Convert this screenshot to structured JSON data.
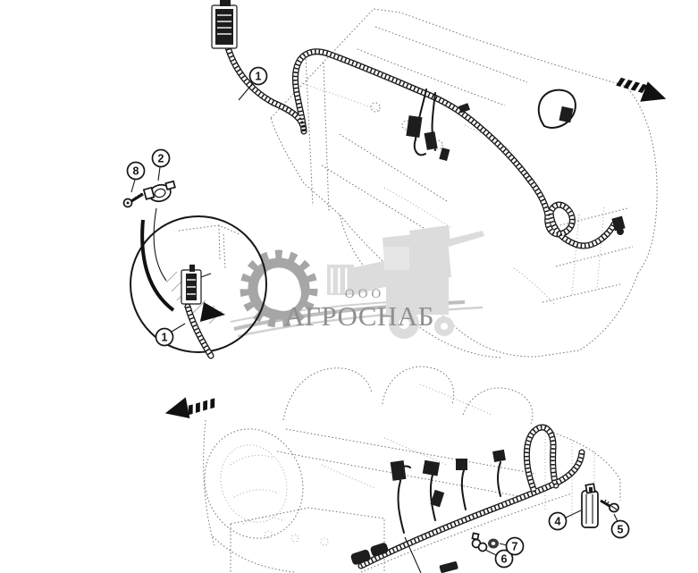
{
  "callouts": {
    "upper_harness": "1",
    "clamp": "2",
    "clamp_screw": "8",
    "detail_harness": "1",
    "bracket": "4",
    "bracket_screw": "5",
    "lower_clamp": "6",
    "grommet": "7"
  },
  "watermark": {
    "prefix": "ООО",
    "name": "АГРОСНАБ"
  },
  "icons": {
    "forward_arrow": "direction-arrow-right",
    "back_arrow": "direction-arrow-left"
  },
  "colors": {
    "background": "#ffffff",
    "line": "#1a1a1a",
    "sketch": "#777777",
    "watermark_gear": "#a6a6a6",
    "watermark_machine": "#dcdcdc",
    "watermark_text": "#8f8f8f"
  }
}
